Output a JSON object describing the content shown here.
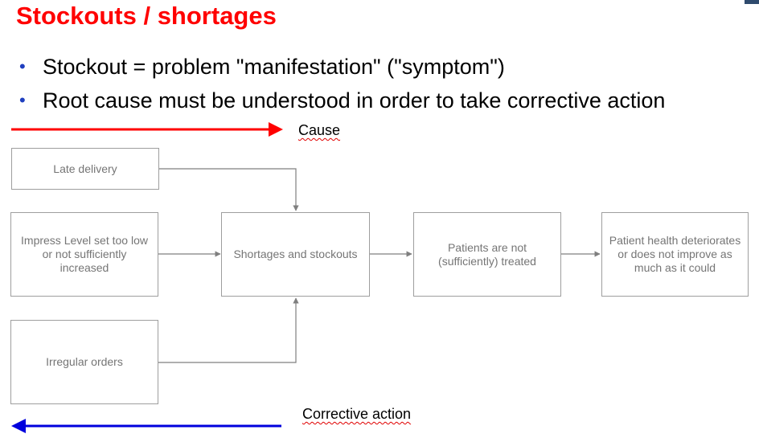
{
  "title": "Stockouts / shortages",
  "bullets": [
    "Stockout = problem \"manifestation\" (\"symptom\")",
    "Root cause must be understood in order to take corrective action"
  ],
  "legend": {
    "cause_label": "Cause",
    "cause_color": "#ff0000",
    "corrective_label": "Corrective action",
    "corrective_color": "#0000dd"
  },
  "nodes": {
    "late_delivery": "Late delivery",
    "impress_level": "Impress Level set too low or not sufficiently increased",
    "irregular_orders": "Irregular orders",
    "shortages": "Shortages and stockouts",
    "patients_not_treated": "Patients are not (sufficiently) treated",
    "patient_health": "Patient health deteriorates or does not improve as much as it could"
  },
  "colors": {
    "title": "#ff0000",
    "box_border": "#9e9e9e",
    "box_text": "#757575",
    "connector": "#7f7f7f",
    "bullet": "#1f3fbf"
  }
}
